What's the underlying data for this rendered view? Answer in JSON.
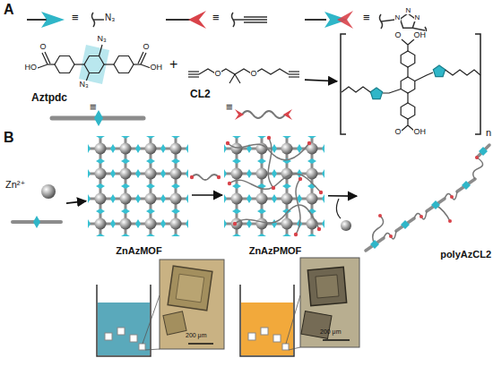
{
  "diagram": {
    "nodes": [
      {
        "text": [
          "Aztpdc"
        ]
      },
      {
        "text": [
          "CL2"
        ]
      },
      {
        "text": [
          "n"
        ]
      },
      {
        "text": [
          "Zn²⁺"
        ]
      },
      {
        "text": [
          "ZnAzMOF"
        ]
      },
      {
        "text": [
          "ZnAzPMOF"
        ]
      },
      {
        "text": [
          "polyAzCL2"
        ]
      }
    ],
    "edges": [
      {
        "from": 1,
        "to": 2,
        "arrow": "to"
      },
      {
        "from": 3,
        "to": 4,
        "arrow": "to"
      },
      {
        "from": 4,
        "to": 5,
        "arrow": "to"
      },
      {
        "from": 5,
        "to": 6,
        "arrow": "to"
      }
    ],
    "labels": [
      "A",
      "≡",
      "N₃",
      "≡",
      "≡",
      "N",
      "N",
      "N",
      "HO",
      "O",
      "N₃",
      "N₃",
      "O",
      "OH",
      "+",
      "≡",
      "O",
      "O",
      "≡",
      "O",
      "OH",
      "O",
      "OH",
      "B",
      "200 μm",
      "200 μm"
    ]
  }
}
